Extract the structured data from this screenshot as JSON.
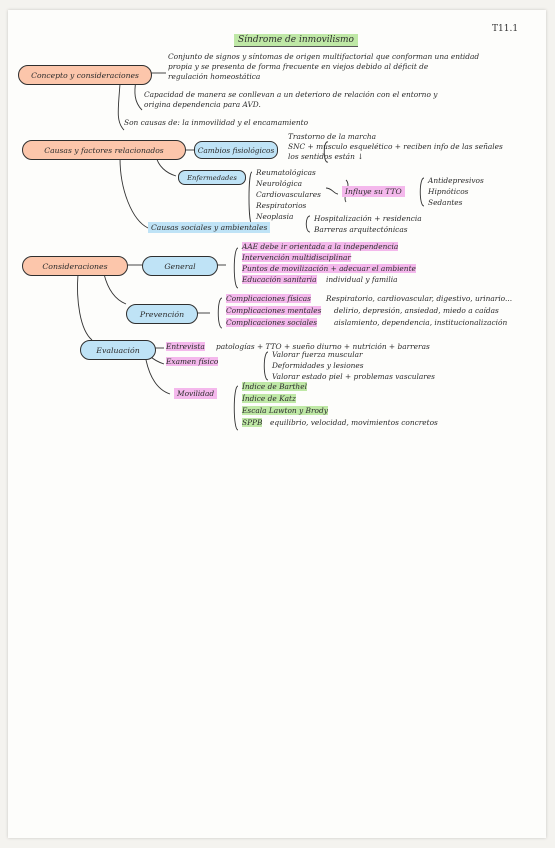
{
  "title": "Síndrome de inmovilismo",
  "page_number": "T11.1",
  "concept": {
    "label": "Concepto y consideraciones",
    "lines": [
      "Conjunto de signos y síntomas de origen multifactorial que conforman una entidad",
      "propia y se presenta de forma frecuente en viejos debido al déficit de",
      "regulación homeostática",
      "Capacidad de manera se conllevan a un deterioro de relación con el entorno y",
      "origina dependencia para AVD.",
      "Son causas de: la inmovilidad y el encamamiento"
    ]
  },
  "causes": {
    "label": "Causas y factores relacionados",
    "physio": {
      "label": "Cambios fisiológicos",
      "items": [
        "Trastorno de la marcha",
        "SNC + musculo esquelético + reciben info de las señales",
        "los sentidos están ↓"
      ]
    },
    "diseases": {
      "label": "Enfermedades",
      "items": [
        "Reumatológicas",
        "Neurológica",
        "Cardiovasculares",
        "Respiratorios",
        "Neoplasia"
      ]
    },
    "influence": {
      "label": "Influye su TTO",
      "items": [
        "Antidepresivos",
        "Hipnóticos",
        "Sedantes"
      ]
    },
    "social": {
      "label": "Causas sociales y ambientales",
      "items": [
        "Hospitalización + residencia",
        "Barreras arquitectónicas"
      ]
    }
  },
  "considerations": {
    "label": "Consideraciones",
    "general": {
      "label": "General",
      "items": [
        "AAE debe ir orientada a la independencia",
        "Intervención multidisciplinar",
        "Puntos de movilización + adecuar el ambiente",
        "Educación sanitaria",
        "individual y familia"
      ]
    },
    "prevention": {
      "label": "Prevención",
      "items": [
        {
          "label": "Complicaciones físicas",
          "desc": "Respiratorio, cardiovascular, digestivo, urinario..."
        },
        {
          "label": "Complicaciones mentales",
          "desc": "delirio, depresión, ansiedad, miedo a caídas"
        },
        {
          "label": "Complicaciones sociales",
          "desc": "aislamiento, dependencia, institucionalización"
        }
      ]
    }
  },
  "evaluation": {
    "label": "Evaluación",
    "interview": {
      "label": "Entrevista",
      "desc": "patologías + TTO + sueño diurno + nutrición + barreras"
    },
    "exam": {
      "label": "Examen físico",
      "items": [
        "Valorar fuerza muscular",
        "Deformidades y lesiones",
        "Valorar estado piel + problemas vasculares"
      ]
    },
    "mobility": {
      "label": "Movilidad",
      "items": [
        "Índice de Barthel",
        "Índice de Katz",
        "Escala Lawton y Brody",
        "SPPB"
      ],
      "sppb_desc": "equilibrio, velocidad, movimientos concretos"
    }
  },
  "colors": {
    "green": "#bfe8a6",
    "pink": "#f4b8ec",
    "orange": "#fcc6ab",
    "yellow": "#fbe6a0",
    "blue": "#bfe3f6"
  }
}
